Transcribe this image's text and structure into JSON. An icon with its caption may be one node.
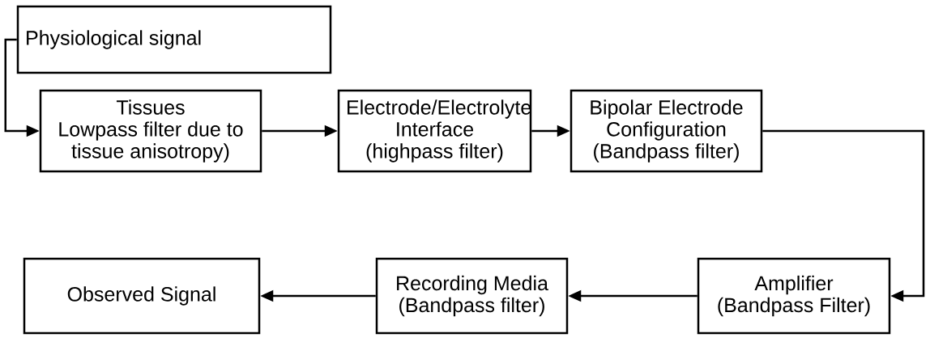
{
  "diagram": {
    "nodes": [
      {
        "text": [
          "Physiological signal"
        ]
      },
      {
        "text": [
          "Tissues",
          "Lowpass filter due to tissue anisotropy)"
        ]
      },
      {
        "text": [
          "Electrode/Electrolyte Interface",
          "(highpass filter)"
        ]
      },
      {
        "text": [
          "Bipolar Electrode Configuration",
          "(Bandpass filter)"
        ]
      },
      {
        "text": [
          "Amplifier",
          "(Bandpass Filter)"
        ]
      },
      {
        "text": [
          "Recording Media",
          "(Bandpass filter)"
        ]
      },
      {
        "text": [
          "Observed Signal"
        ]
      }
    ],
    "edges": [
      {
        "from": 0,
        "to": 1,
        "arrow": "to"
      },
      {
        "from": 1,
        "to": 2,
        "arrow": "to"
      },
      {
        "from": 2,
        "to": 3,
        "arrow": "to"
      },
      {
        "from": 3,
        "to": 4,
        "arrow": "to"
      },
      {
        "from": 4,
        "to": 5,
        "arrow": "to"
      },
      {
        "from": 5,
        "to": 6,
        "arrow": "to"
      }
    ]
  }
}
